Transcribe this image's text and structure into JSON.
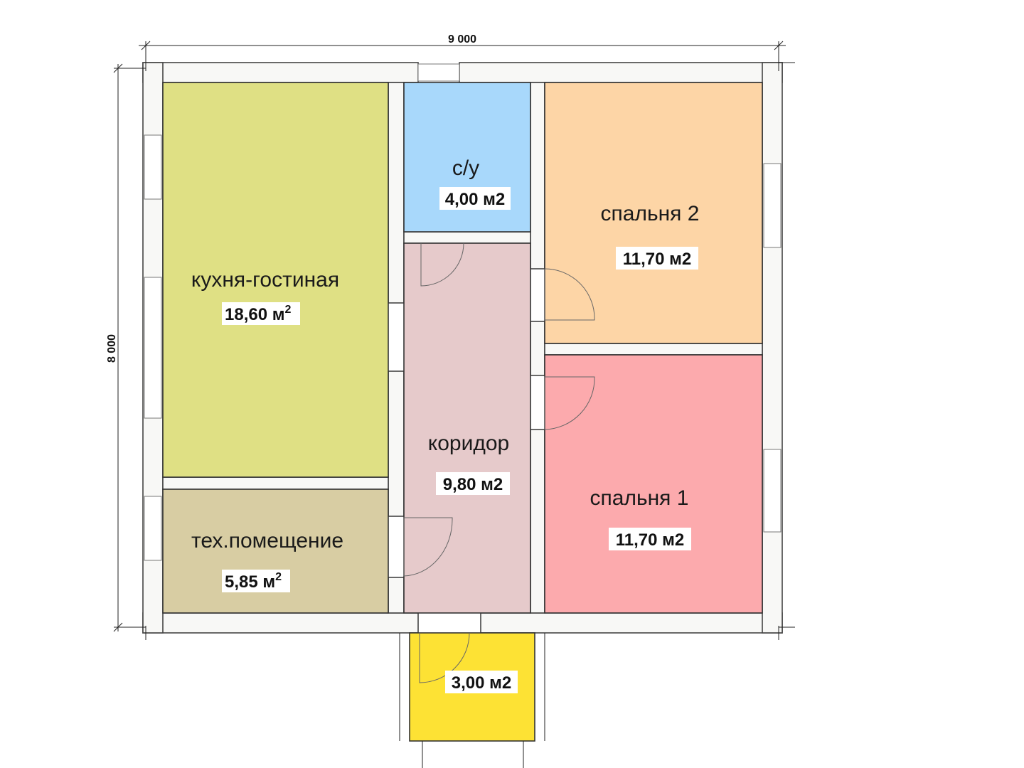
{
  "dimensions": {
    "width": "9 000",
    "height": "8 000"
  },
  "rooms": {
    "kitchen": {
      "name": "кухня-гостиная",
      "area": "18,60 м",
      "sup": "2",
      "color": "#dfe084"
    },
    "bath": {
      "name": "с/у",
      "area": "4,00 м2",
      "color": "#a8d8fb"
    },
    "bedroom2": {
      "name": "спальня 2",
      "area": "11,70 м2",
      "color": "#fdd5a6"
    },
    "corridor": {
      "name": "коридор",
      "area": "9,80 м2",
      "color": "#e6cacb"
    },
    "bedroom1": {
      "name": "спальня 1",
      "area": "11,70 м2",
      "color": "#fcaaad"
    },
    "tech": {
      "name": "тех.помещение",
      "area": "5,85 м",
      "sup": "2",
      "color": "#d8cda3"
    },
    "porch": {
      "area": "3,00 м2",
      "color": "#fde234"
    }
  },
  "colors": {
    "wall_fill": "#f8f8f6",
    "wall_stroke": "#444444"
  }
}
